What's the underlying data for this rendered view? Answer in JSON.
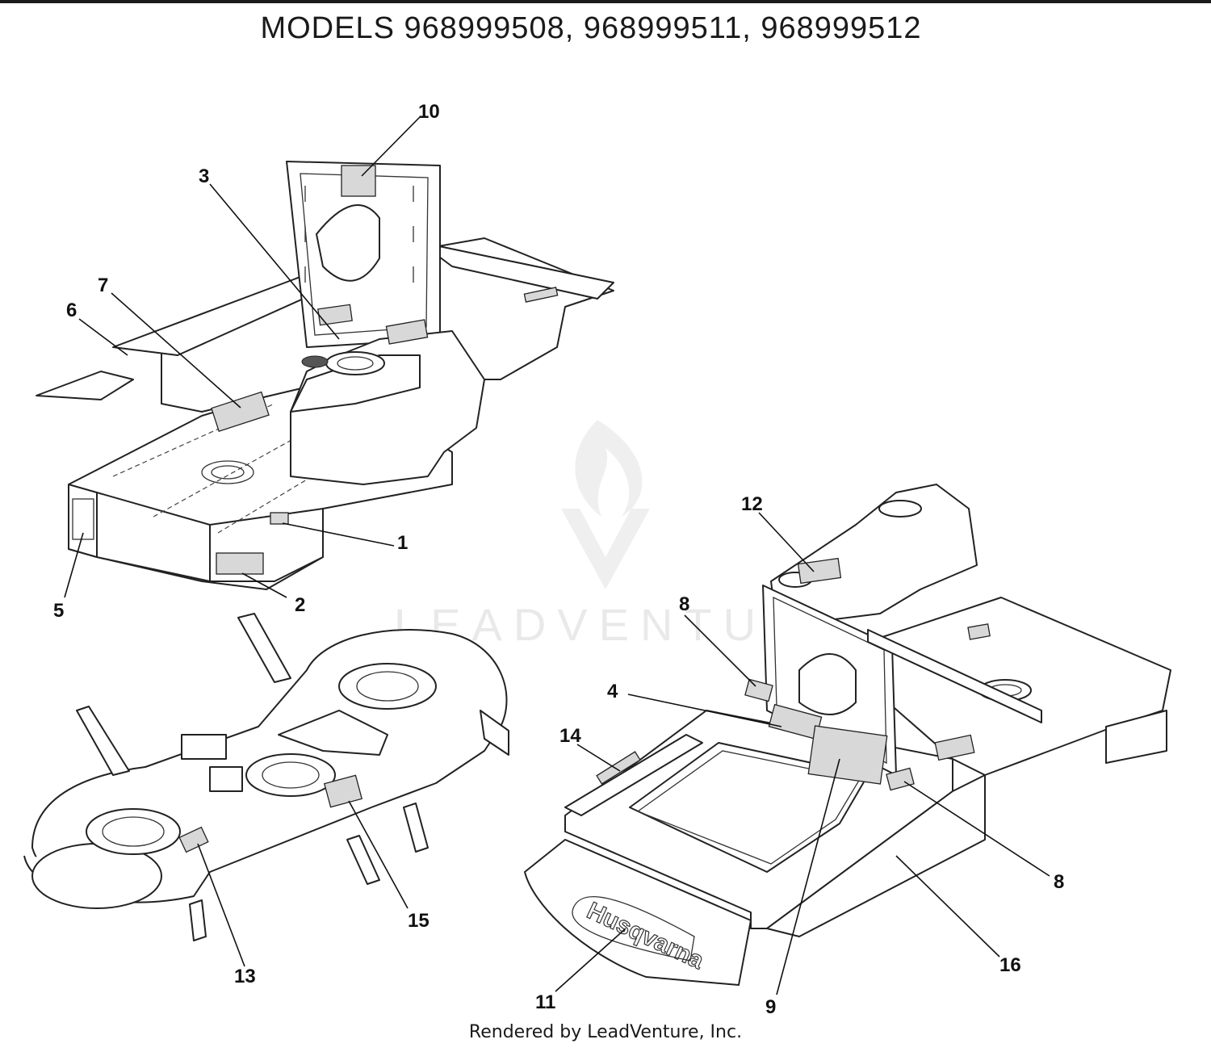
{
  "header": {
    "title": "MODELS 968999508, 968999511, 968999512"
  },
  "footer": {
    "credit": "Rendered by LeadVenture, Inc."
  },
  "watermark": {
    "text": "LEADVENTURE"
  },
  "decal_text": {
    "brand": "Husqvarna"
  },
  "callouts": [
    {
      "id": "c1",
      "label": "1"
    },
    {
      "id": "c2",
      "label": "2"
    },
    {
      "id": "c3",
      "label": "3"
    },
    {
      "id": "c4",
      "label": "4"
    },
    {
      "id": "c5",
      "label": "5"
    },
    {
      "id": "c6",
      "label": "6"
    },
    {
      "id": "c7",
      "label": "7"
    },
    {
      "id": "c8a",
      "label": "8"
    },
    {
      "id": "c8b",
      "label": "8"
    },
    {
      "id": "c9",
      "label": "9"
    },
    {
      "id": "c10",
      "label": "10"
    },
    {
      "id": "c11",
      "label": "11"
    },
    {
      "id": "c12",
      "label": "12"
    },
    {
      "id": "c13",
      "label": "13"
    },
    {
      "id": "c14",
      "label": "14"
    },
    {
      "id": "c15",
      "label": "15"
    },
    {
      "id": "c16",
      "label": "16"
    }
  ]
}
